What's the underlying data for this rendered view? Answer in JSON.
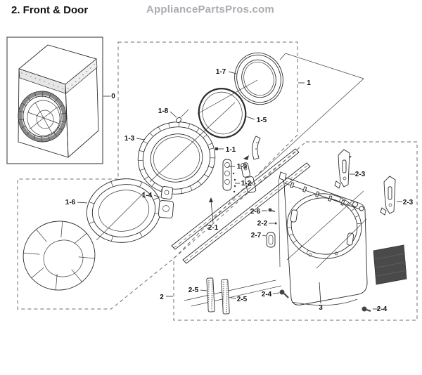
{
  "header": {
    "title": "2. Front & Door",
    "watermark": "AppliancePartsPros.com"
  },
  "diagram": {
    "labels": {
      "p0": "0",
      "p1": "1",
      "p1_1": "1-1",
      "p1_2": "1-2",
      "p1_3": "1-3",
      "p1_4": "1-4",
      "p1_5": "1-5",
      "p1_6": "1-6",
      "p1_7": "1-7",
      "p1_8": "1-8",
      "p1_9": "1-9",
      "p2": "2",
      "p2_1": "2-1",
      "p2_2": "2-2",
      "p2_3": "2-3",
      "p2_4": "2-4",
      "p2_5": "2-5",
      "p2_6": "2-6",
      "p2_7": "2-7",
      "p3": "3"
    },
    "colors": {
      "line": "#2b2b2b",
      "dashed_boundary": "#6f6f6f",
      "label_text": "#111111",
      "watermark_text": "#a9acb0",
      "grille_fill": "#4a4a4a"
    }
  }
}
